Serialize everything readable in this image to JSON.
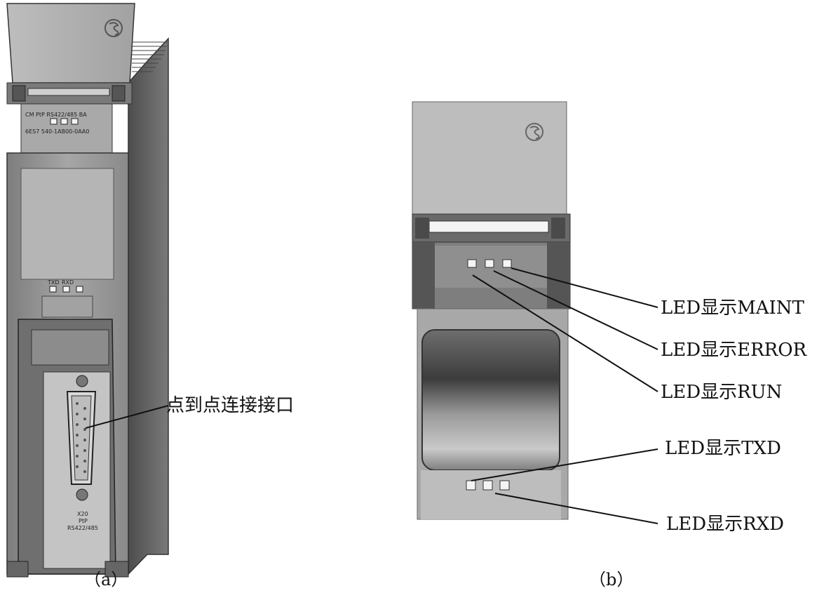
{
  "figure_a": {
    "caption": "（a）",
    "module_labels": {
      "line1": "CM PtP RS422/485 BA",
      "line2": "6ES7 540-1AB00-0AA0",
      "txd": "TXD",
      "rxd": "RXD",
      "port_line1": "X20",
      "port_line2": "PtP",
      "port_line3": "RS422/485"
    },
    "callouts": [
      {
        "id": "ptp-interface",
        "text": "点到点连接接口"
      }
    ]
  },
  "figure_b": {
    "caption": "（b）",
    "callouts": [
      {
        "id": "maint",
        "text": "LED显示MAINT"
      },
      {
        "id": "error",
        "text": "LED显示ERROR"
      },
      {
        "id": "run",
        "text": "LED显示RUN"
      },
      {
        "id": "txd",
        "text": "LED显示TXD"
      },
      {
        "id": "rxd",
        "text": "LED显示RXD"
      }
    ]
  },
  "colors": {
    "module_body": "#9a9a9a",
    "module_dark": "#5d5d5d",
    "module_light": "#cfcfcf",
    "led": "#f4f4f4",
    "leader_line": "#111111"
  }
}
